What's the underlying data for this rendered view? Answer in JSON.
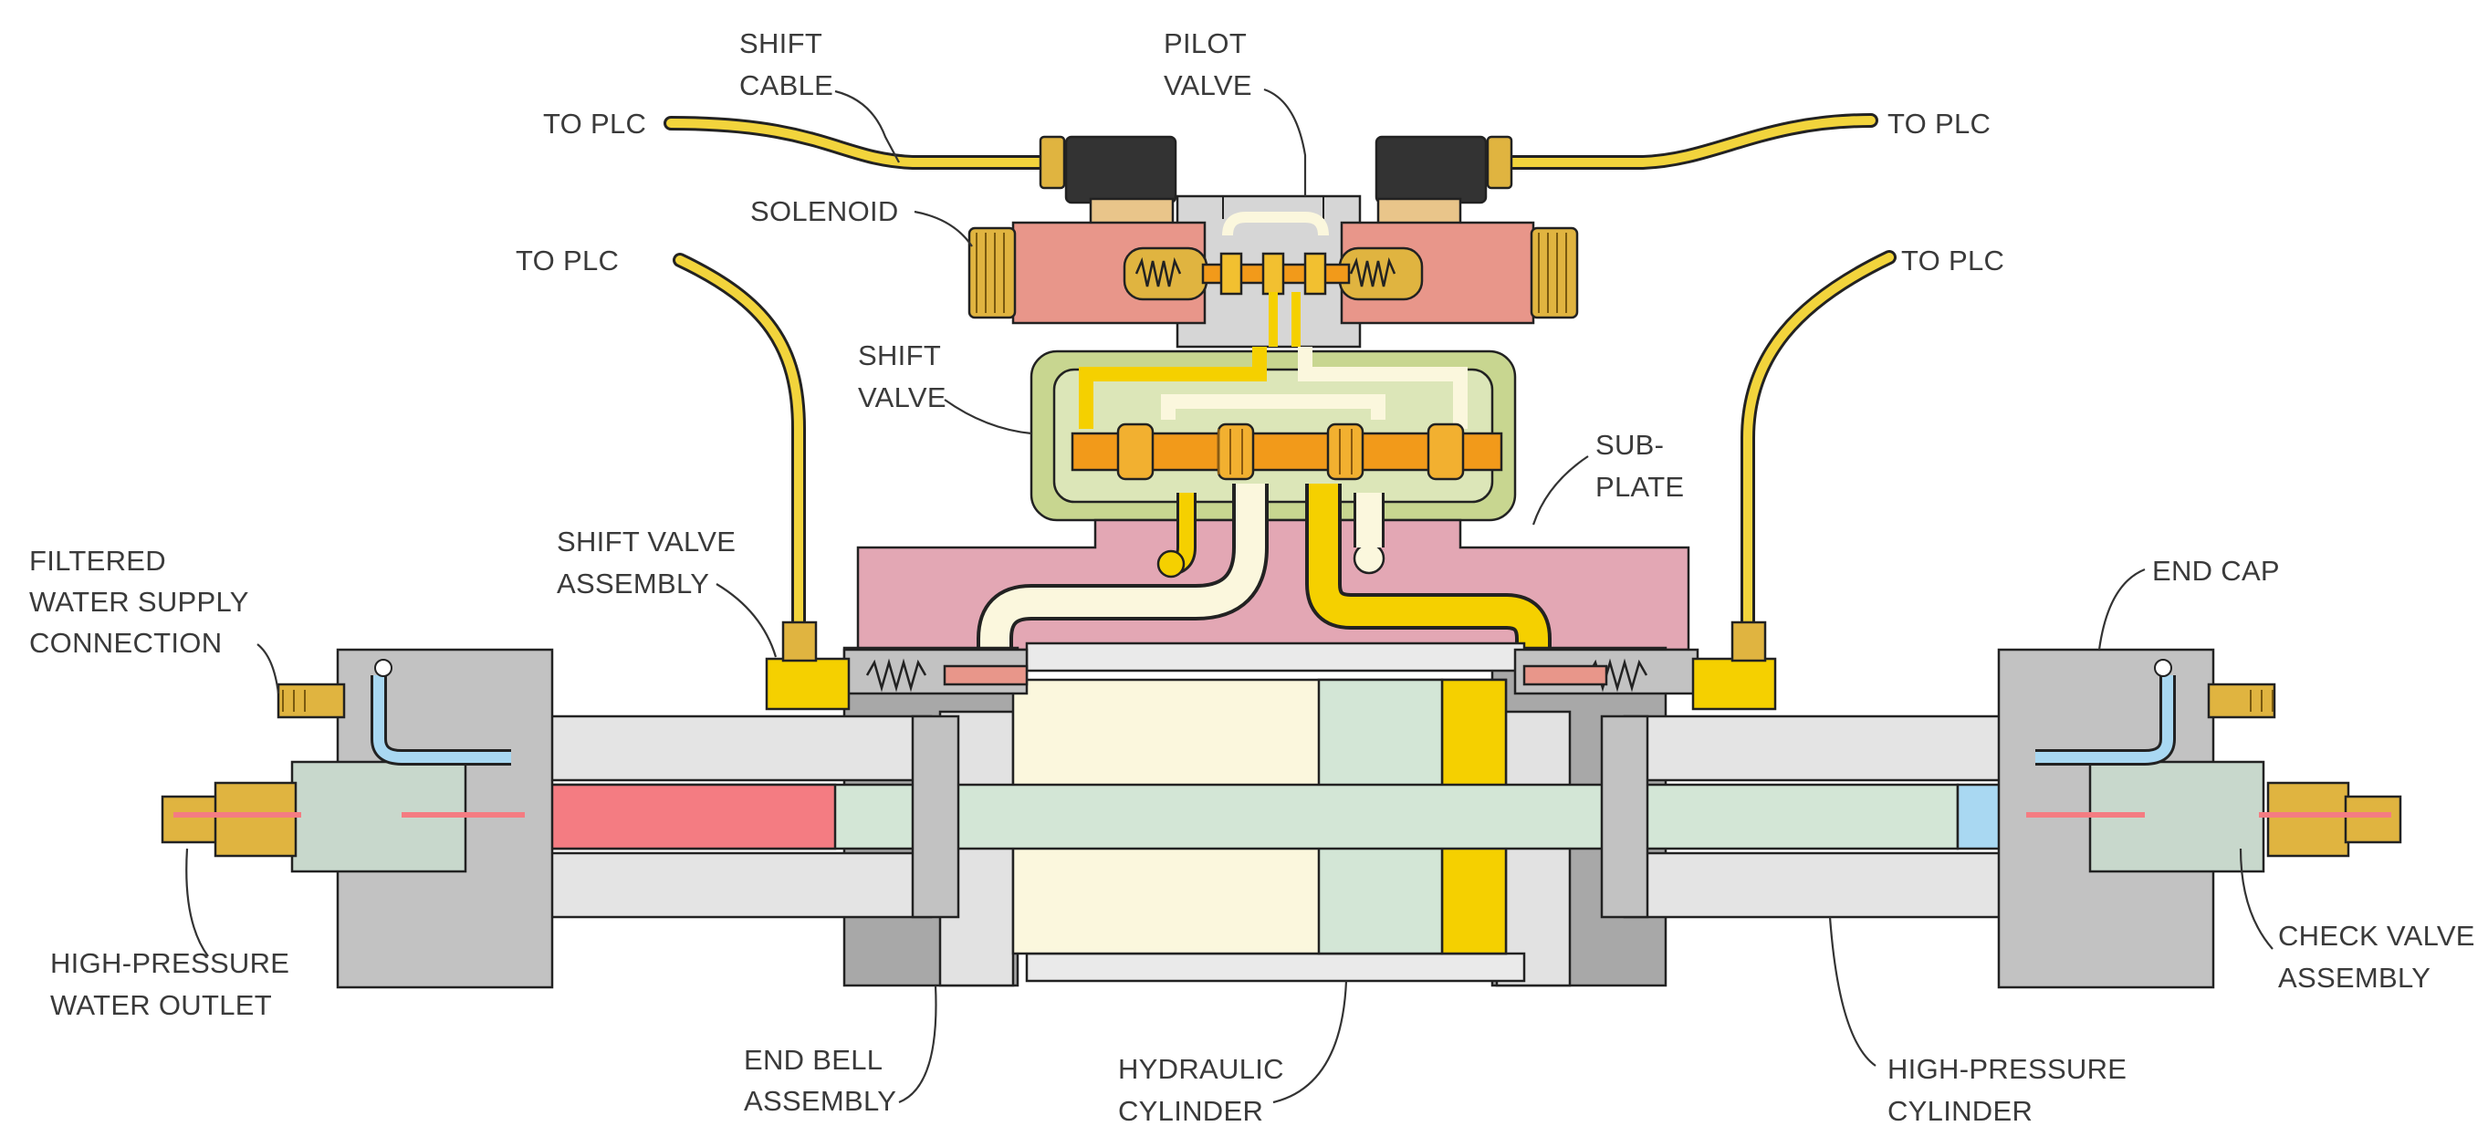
{
  "labels": {
    "shift_cable": [
      "SHIFT",
      "CABLE"
    ],
    "pilot_valve": [
      "PILOT",
      "VALVE"
    ],
    "to_plc_top_left": "TO PLC",
    "to_plc_top_right": "TO PLC",
    "solenoid": "SOLENOID",
    "to_plc_mid_left": "TO PLC",
    "to_plc_mid_right": "TO PLC",
    "shift_valve": [
      "SHIFT",
      "VALVE"
    ],
    "sub_plate": [
      "SUB-",
      "PLATE"
    ],
    "shift_valve_assembly": [
      "SHIFT VALVE",
      "ASSEMBLY"
    ],
    "filtered_water": [
      "FILTERED",
      "WATER SUPPLY",
      "CONNECTION"
    ],
    "end_cap": "END CAP",
    "high_pressure_outlet": [
      "HIGH-PRESSURE",
      "WATER OUTLET"
    ],
    "check_valve_assembly": [
      "CHECK VALVE",
      "ASSEMBLY"
    ],
    "end_bell_assembly": [
      "END BELL",
      "ASSEMBLY"
    ],
    "hydraulic_cylinder": [
      "HYDRAULIC",
      "CYLINDER"
    ],
    "high_pressure_cylinder": [
      "HIGH-PRESSURE",
      "CYLINDER"
    ]
  },
  "colors": {
    "cable": "#f2d43c",
    "solenoid_body": "#e8968a",
    "shift_valve_body": "#c8d690",
    "spool": "#f29a1a",
    "sub_plate": "#e3a7b4",
    "metal_gray": "#a8a8a8",
    "end_cap_gray": "#c2c2c2",
    "cylinder_light": "#e4e4e4",
    "hydraulic_oil_cream": "#fbf7dd",
    "piston_mint": "#d3e6d6",
    "high_pressure_red": "#f47c82",
    "water_blue": "#a9d8f2",
    "oil_yellow": "#f5d000",
    "brass": "#e0b440",
    "direction_arrow": "#e3201b"
  },
  "icons": {
    "piston_direction": "red-arrow-left-icon"
  }
}
